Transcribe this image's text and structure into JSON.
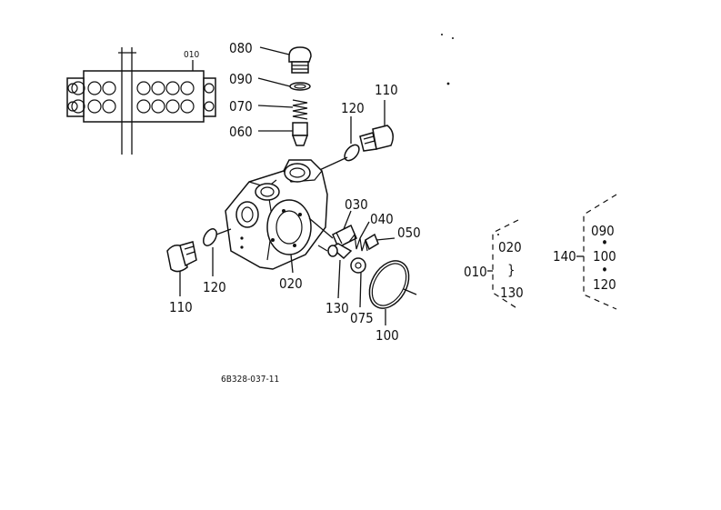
{
  "labels": {
    "p010_top": "010",
    "p080": "080",
    "p090": "090",
    "p070": "070",
    "p060": "060",
    "p120_top": "120",
    "p110_top": "110",
    "p030": "030",
    "p040": "040",
    "p050": "050",
    "p110_bottom": "110",
    "p120_bottom": "120",
    "p020": "020",
    "p130": "130",
    "p075": "075",
    "p100": "100"
  },
  "legend": {
    "group1": {
      "parent": "010",
      "first": "020",
      "range_sign": "}",
      "last": "130"
    },
    "group2": {
      "parent": "140",
      "items": [
        "090",
        "100",
        "120"
      ],
      "bullet": "•"
    }
  },
  "drawing_code": "6B328-037-11"
}
